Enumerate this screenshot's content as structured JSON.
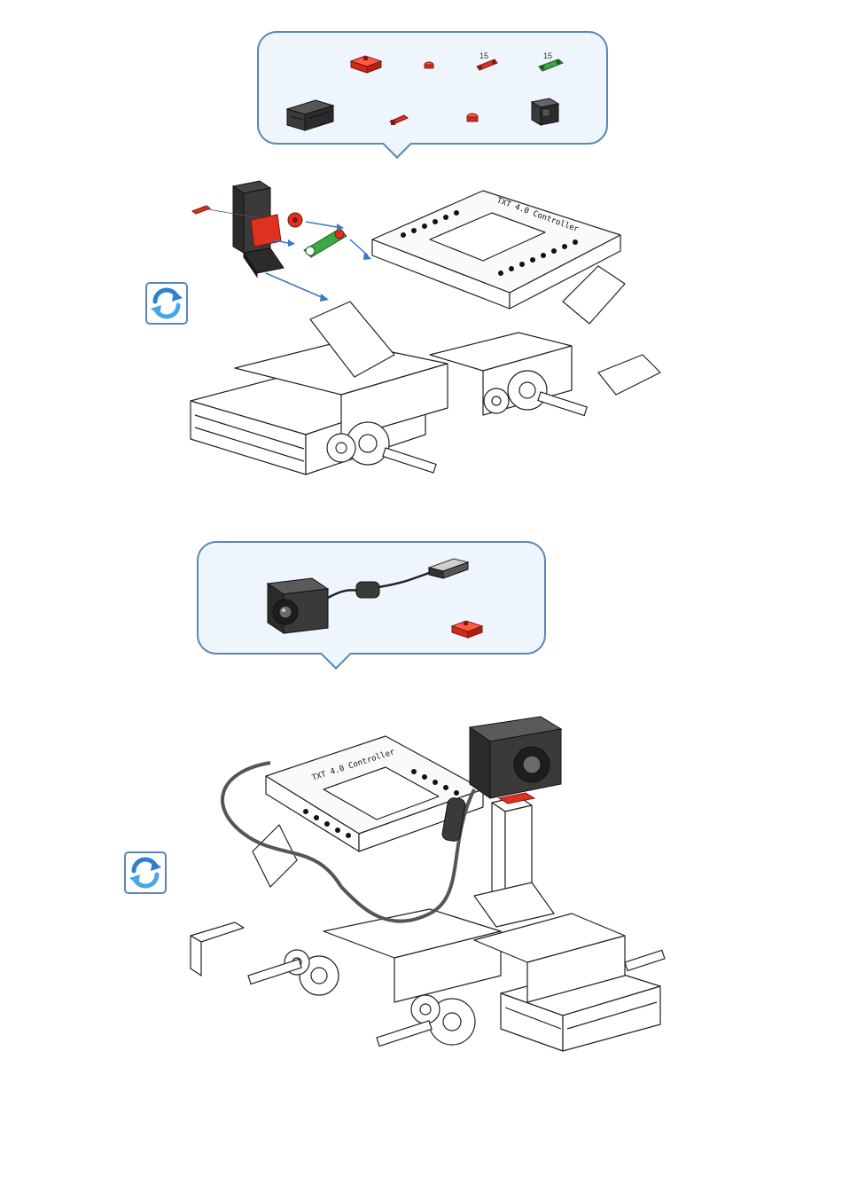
{
  "step1": {
    "parts_callout": {
      "labels": {
        "red_strut_15": "15",
        "green_strut_15": "15"
      }
    },
    "controller_label": "TXT 4.0 Controller"
  },
  "step2": {
    "controller_label": "TXT 4.0 Controller"
  },
  "icons": {
    "rotate": "rotate-view-icon"
  },
  "colors": {
    "callout_border": "#5b86b8",
    "callout_fill": "#eef5fc",
    "part_red": "#e0301e",
    "part_green": "#3aa843",
    "part_black": "#2b2b2b",
    "arrow_blue": "#3b78c4"
  }
}
